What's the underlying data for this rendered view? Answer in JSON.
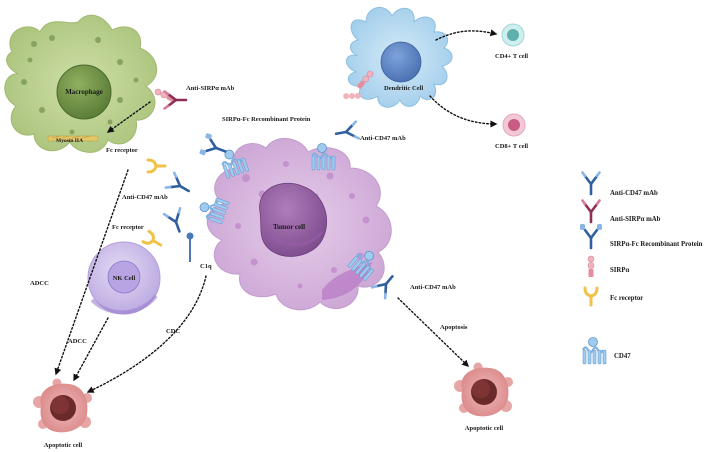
{
  "labels": {
    "macrophage": "Macrophage",
    "myosin": "Myosin IIA",
    "fc_receptor_macrophage": "Fc receptor",
    "anti_sirpa_top": "Anti-SIRPα mAb",
    "sirpa_fc_top": "SIRPα-Fc Recombinant Protein",
    "anti_cd47_top": "Anti-CD47 mAb",
    "dendritic_cell": "Dendritic Cell",
    "cd4": "CD4+ T cell",
    "cd8": "CD8+ T cell",
    "anti_cd47_left": "Anti-CD47 mAb",
    "fc_receptor_nk": "Fc receptor",
    "nk_cell": "NK Cell",
    "c1q": "C1q",
    "tumor_cell": "Tumor cell",
    "anti_cd47_bottom": "Anti-CD47 mAb",
    "apoptosis": "Apoptosis",
    "adcc_left": "ADCC",
    "adcc_nk": "ADCC",
    "cdc": "CDC",
    "apoptotic_left": "Apoptotic cell",
    "apoptotic_right": "Apoptotic cell"
  },
  "legend": [
    {
      "icon": "anti-cd47-mab-icon",
      "label": "Anti-CD47 mAb"
    },
    {
      "icon": "anti-sirpa-mab-icon",
      "label": "Anti-SIRPα mAb"
    },
    {
      "icon": "sirpa-fc-protein-icon",
      "label": "SIRPα-Fc Recombinant Protein"
    },
    {
      "icon": "sirpa-icon",
      "label": "SIRPα"
    },
    {
      "icon": "fc-receptor-icon",
      "label": "Fc receptor"
    },
    {
      "icon": "cd47-icon",
      "label": "CD47"
    }
  ],
  "colors": {
    "macrophage": "#b9cf8f",
    "tumor": "#d8b7de",
    "dendritic": "#b9dcf1",
    "nk": "#cfc0ea",
    "apoptotic": "#e6a3a3",
    "anti_cd47": "#3d6aa8",
    "anti_sirpa": "#a34468",
    "sirpa": "#eeaab4",
    "fc_receptor": "#f2cb55",
    "cd47": "#9fcbee"
  }
}
